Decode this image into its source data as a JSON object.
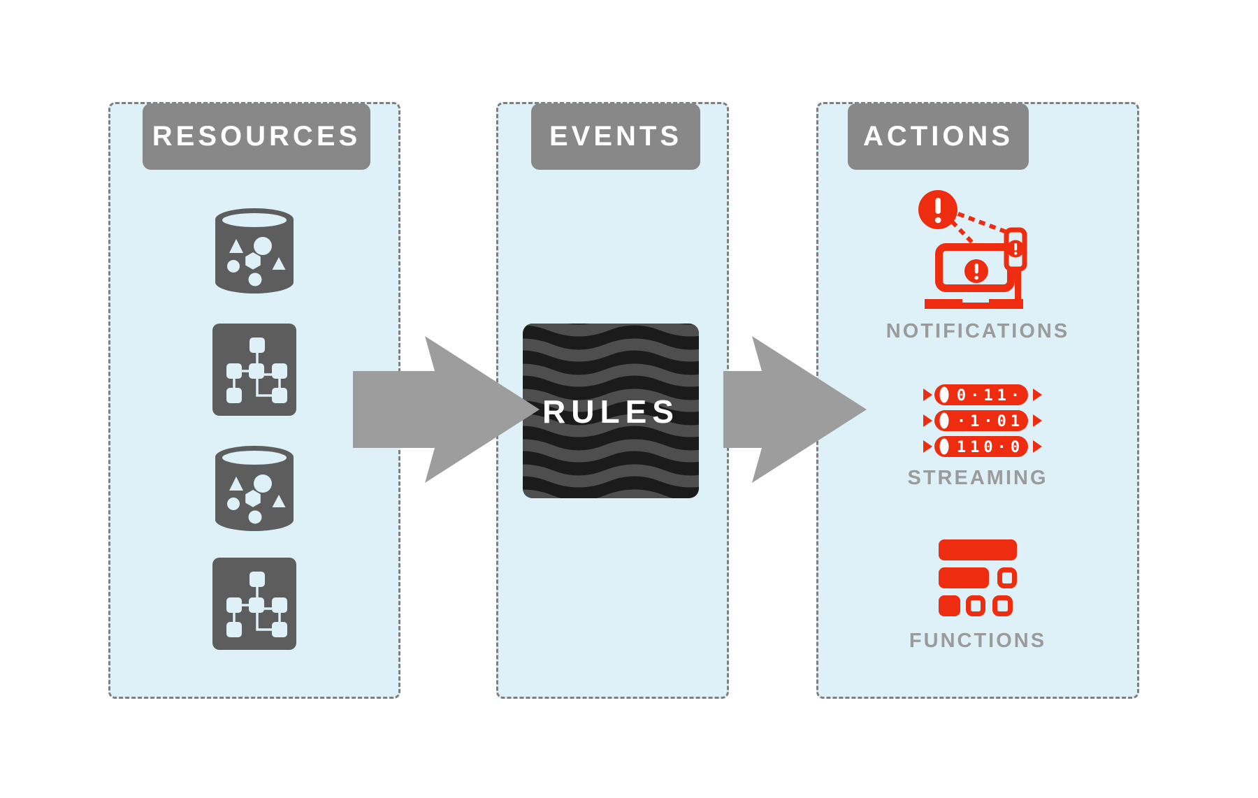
{
  "resources": {
    "title": "RESOURCES",
    "icons": [
      "database",
      "flowchart",
      "database",
      "flowchart"
    ]
  },
  "events": {
    "title": "EVENTS",
    "rules_label": "RULES"
  },
  "actions": {
    "title": "ACTIONS",
    "items": [
      {
        "icon": "alert-notification-icon",
        "label": "NOTIFICATIONS"
      },
      {
        "icon": "binary-stream-icon",
        "label": "STREAMING",
        "rows": [
          "0·11·",
          "·1·01",
          "110·0"
        ]
      },
      {
        "icon": "function-blocks-icon",
        "label": "FUNCTIONS"
      }
    ]
  },
  "flow": [
    "RESOURCES",
    "RULES",
    "ACTIONS"
  ],
  "colors": {
    "panel_bg": "#def0f8",
    "dashed_border": "#7f7f7f",
    "header_gray": "#888888",
    "icon_gray": "#5d5d5d",
    "label_gray": "#9b9b9b",
    "arrow_gray": "#9d9d9d",
    "accent_red": "#ee2c10",
    "rules_bg": "#1b1b1b",
    "rules_wave": "#4e4e4e"
  }
}
